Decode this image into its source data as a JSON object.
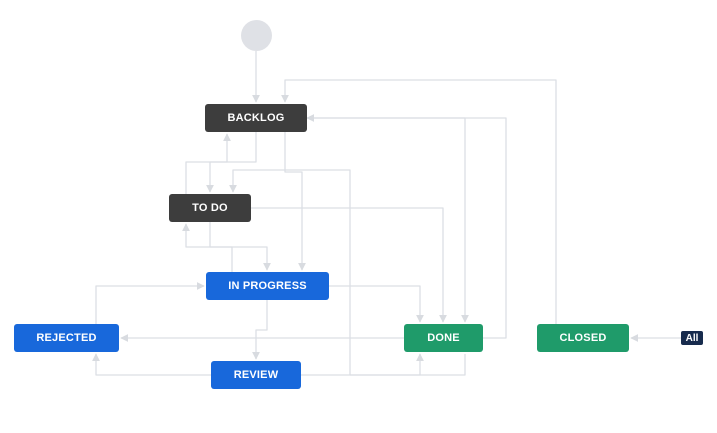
{
  "colors": {
    "todo_gray": "#3d3d3d",
    "in_progress_blue": "#1868db",
    "done_green": "#1f9b6a",
    "start_circle": "#dfe1e6",
    "edge": "#dcdfe4",
    "badge": "#172b4d"
  },
  "statuses": {
    "backlog": "BACKLOG",
    "todo": "TO DO",
    "in_progress": "IN PROGRESS",
    "rejected": "REJECTED",
    "done": "DONE",
    "closed": "CLOSED",
    "review": "REVIEW"
  },
  "global_transition_badge": "All",
  "transitions": [
    {
      "from": "start",
      "to": "BACKLOG"
    },
    {
      "from": "BACKLOG",
      "to": "TO DO"
    },
    {
      "from": "TO DO",
      "to": "BACKLOG"
    },
    {
      "from": "BACKLOG",
      "to": "IN PROGRESS"
    },
    {
      "from": "BACKLOG",
      "to": "DONE"
    },
    {
      "from": "TO DO",
      "to": "IN PROGRESS"
    },
    {
      "from": "IN PROGRESS",
      "to": "TO DO"
    },
    {
      "from": "TO DO",
      "to": "DONE"
    },
    {
      "from": "IN PROGRESS",
      "to": "DONE"
    },
    {
      "from": "IN PROGRESS",
      "to": "REVIEW"
    },
    {
      "from": "REJECTED",
      "to": "IN PROGRESS"
    },
    {
      "from": "DONE",
      "to": "REJECTED"
    },
    {
      "from": "DONE",
      "to": "BACKLOG"
    },
    {
      "from": "REVIEW",
      "to": "REJECTED"
    },
    {
      "from": "REVIEW",
      "to": "DONE"
    },
    {
      "from": "REVIEW",
      "to": "TO DO"
    },
    {
      "from": "CLOSED",
      "to": "BACKLOG"
    },
    {
      "from": "All",
      "to": "CLOSED"
    }
  ]
}
